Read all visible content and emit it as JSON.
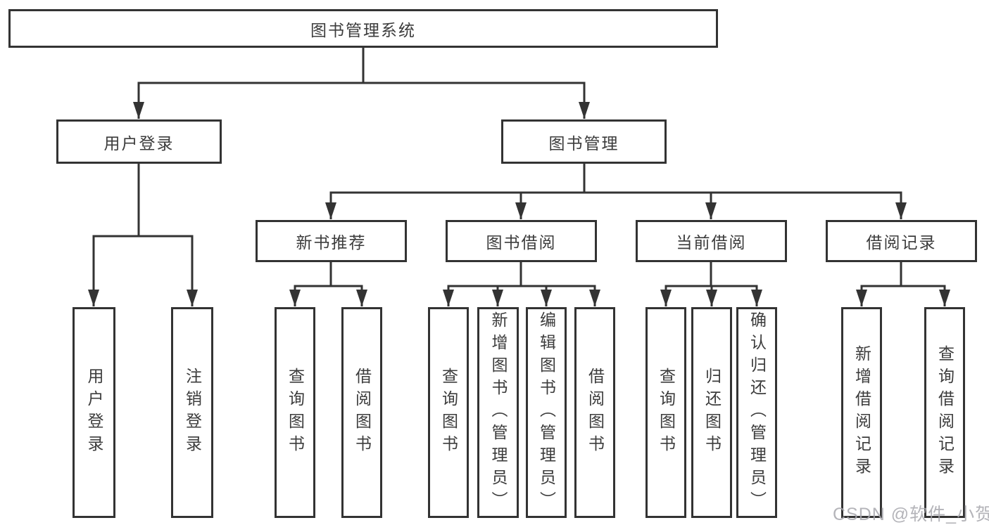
{
  "diagram": {
    "type": "hierarchy-tree",
    "nodes": {
      "system": "图书管理系统",
      "user_login": "用户登录",
      "book_mgmt": "图书管理",
      "new_book_rec": "新书推荐",
      "book_borrow": "图书借阅",
      "current_borrow": "当前借阅",
      "borrow_records": "借阅记录",
      "leaf_user_login": "用户登录",
      "leaf_logout": "注销登录",
      "leaf_nb_query_book": "查询图书",
      "leaf_nb_borrow_book": "借阅图书",
      "leaf_bb_query_book": "查询图书",
      "leaf_bb_add_book_admin": "新增图书（管理员）",
      "leaf_bb_edit_book_admin": "编辑图书（管理员）",
      "leaf_bb_borrow_book": "借阅图书",
      "leaf_cb_query_book": "查询图书",
      "leaf_cb_return_book": "归还图书",
      "leaf_cb_confirm_return_admin": "确认归还（管理员）",
      "leaf_br_add_record": "新增借阅记录",
      "leaf_br_query_record": "查询借阅记录"
    },
    "hierarchy": {
      "system": [
        "user_login",
        "book_mgmt"
      ],
      "user_login": [
        "leaf_user_login",
        "leaf_logout"
      ],
      "book_mgmt": [
        "new_book_rec",
        "book_borrow",
        "current_borrow",
        "borrow_records"
      ],
      "new_book_rec": [
        "leaf_nb_query_book",
        "leaf_nb_borrow_book"
      ],
      "book_borrow": [
        "leaf_bb_query_book",
        "leaf_bb_add_book_admin",
        "leaf_bb_edit_book_admin",
        "leaf_bb_borrow_book"
      ],
      "current_borrow": [
        "leaf_cb_query_book",
        "leaf_cb_return_book",
        "leaf_cb_confirm_return_admin"
      ],
      "borrow_records": [
        "leaf_br_add_record",
        "leaf_br_query_record"
      ]
    },
    "watermark": "CSDN @软件_小贺同学",
    "colors": {
      "line": "#333333",
      "text": "#3c3c3c",
      "watermark": "#a7a7ad",
      "background": "#ffffff"
    }
  }
}
